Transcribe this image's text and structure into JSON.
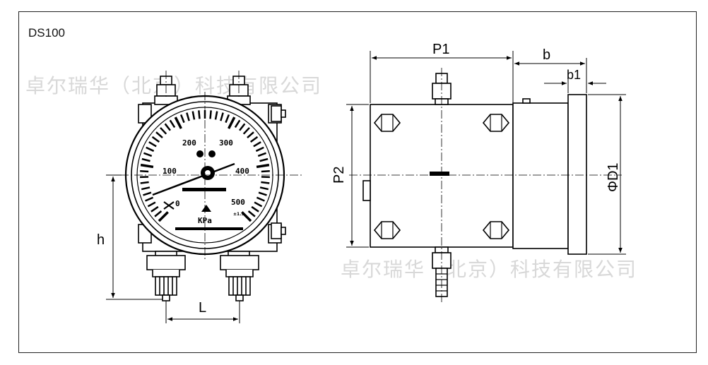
{
  "model": "DS100",
  "watermark": "卓尔瑞华（北京）科技有限公司",
  "dims": {
    "h": "h",
    "L": "L",
    "P1": "P1",
    "P2": "P2",
    "b": "b",
    "b1": "b1",
    "D1": "ΦD1"
  },
  "gauge": {
    "scale": [
      "0",
      "100",
      "200",
      "300",
      "400",
      "500"
    ],
    "unit": "KPa",
    "class": "±1.5"
  }
}
